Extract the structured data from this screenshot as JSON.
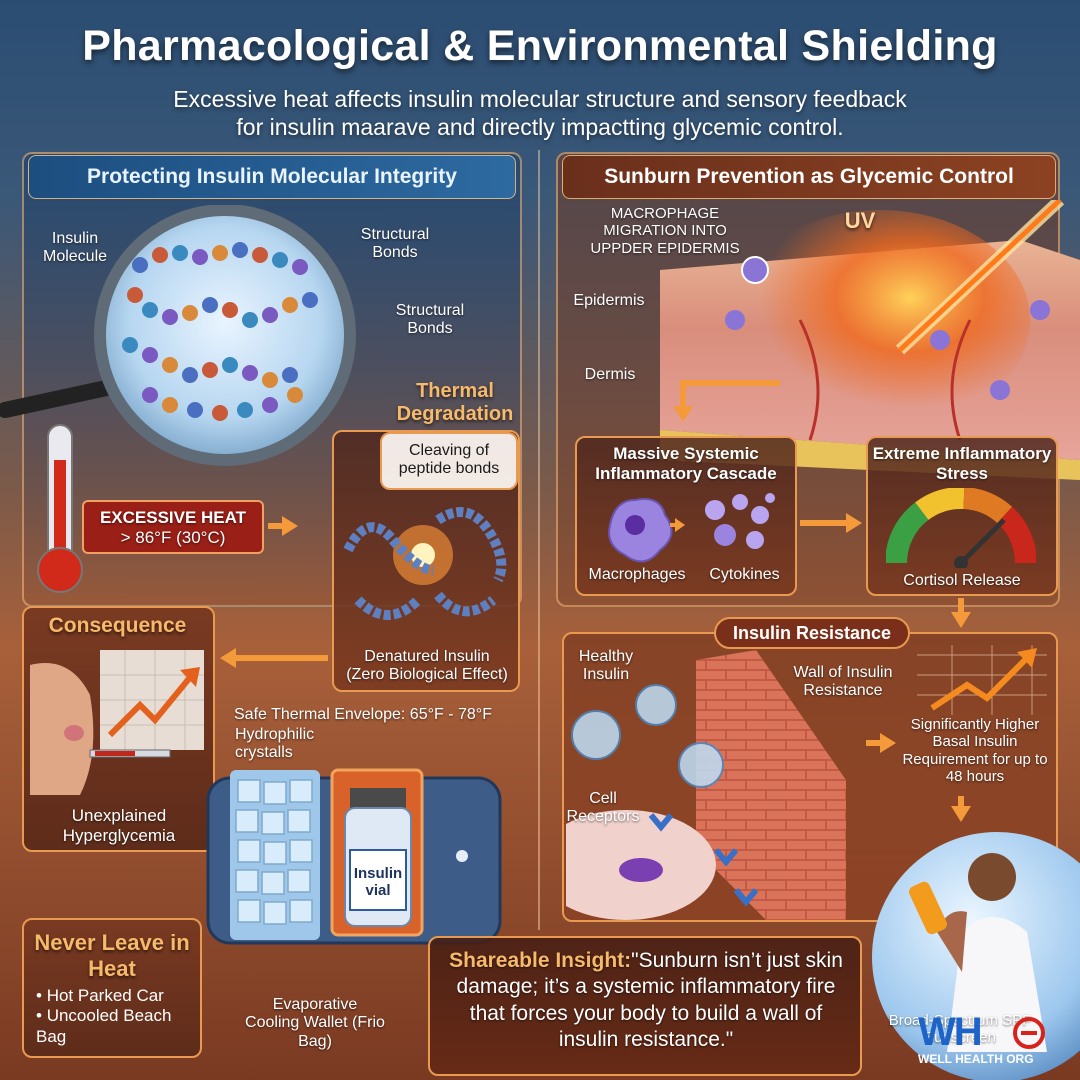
{
  "header": {
    "title": "Pharmacological & Environmental Shielding",
    "subtitle_line1": "Excessive heat affects insulin molecular structure and sensory feedback",
    "subtitle_line2": "for insulin maarave and directly impactting glycemic control."
  },
  "left_panel": {
    "title": "Protecting Insulin Molecular Integrity",
    "molecule_label": "Insulin Molecule",
    "bonds_label_1": "Structural Bonds",
    "bonds_label_2": "Structural Bonds",
    "thermal_title": "Thermal Degradation",
    "heat_label_line1": "EXCESSIVE HEAT",
    "heat_label_line2": "> 86°F (30°C)",
    "cleaving_label": "Cleaving of peptide bonds",
    "denatured_label_line1": "Denatured Insulin",
    "denatured_label_line2": "(Zero Biological Effect)",
    "consequence_title": "Consequence",
    "consequence_caption": "Unexplained Hyperglycemia",
    "safe_envelope": "Safe Thermal Envelope: 65°F - 78°F",
    "hydrophilic_label": "Hydrophilic crystalls",
    "vial_label": "Insulin vial",
    "wallet_label": "Evaporative Cooling Wallet (Frio Bag)",
    "never_leave_title": "Never Leave in Heat",
    "never_leave_items": [
      "Hot Parked Car",
      "Uncooled Beach Bag"
    ]
  },
  "right_panel": {
    "title": "Sunburn Prevention as Glycemic Control",
    "macrophage_label": "MACROPHAGE MIGRATION INTO UPPDER EPIDERMIS",
    "uv_label": "UV",
    "epidermis_label": "Epidermis",
    "dermis_label": "Dermis",
    "cascade_title": "Massive Systemic Inflammatory Cascade",
    "macrophages_label": "Macrophages",
    "cytokines_label": "Cytokines",
    "stress_title": "Extreme Inflammatory Stress",
    "cortisol_label": "Cortisol Release",
    "resistance_title": "Insulin Resistance",
    "healthy_label": "Healthy Insulin",
    "wall_label": "Wall of Insulin Resistance",
    "receptors_label": "Cell Receptors",
    "requirement_label": "Significantly Higher Basal Insulin Requirement for up to 48 hours",
    "sunscreen_label": "Broad-Spectrum SPF Sunscreen"
  },
  "insight": {
    "lead": "Shareable Insight:",
    "quote": "\"Sunburn isn’t just skin damage; it’s a systemic inflammatory fire that forces your body to build a wall of insulin resistance.\""
  },
  "footer": {
    "logo": "WH",
    "logo_caption": "WELL HEALTH ORG"
  },
  "colors": {
    "accent_orange": "#f59a3a",
    "title_blue": "#1d4e80",
    "title_brown": "#6a2f1b",
    "heat_red": "#c0281c"
  }
}
